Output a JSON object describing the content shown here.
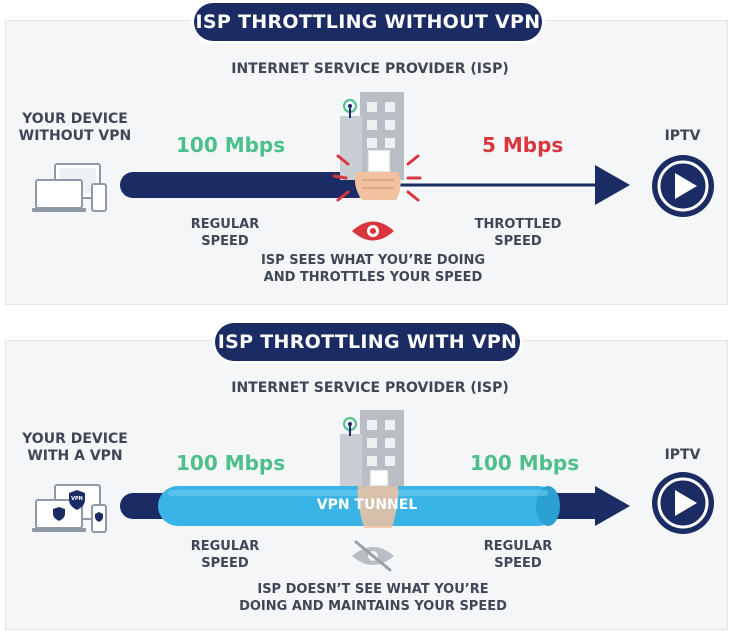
{
  "section1": {
    "title": "ISP THROTTLING WITHOUT VPN",
    "isp_label": "INTERNET SERVICE PROVIDER (ISP)",
    "device_label": "YOUR DEVICE\nWITHOUT VPN",
    "speed_left": "100 Mbps",
    "speed_right": "5 Mbps",
    "destination": "IPTV",
    "left_caption": "REGULAR\nSPEED",
    "right_caption": "THROTTLED\nSPEED",
    "isp_note": "ISP SEES WHAT YOU’RE DOING\nAND THROTTLES YOUR SPEED"
  },
  "section2": {
    "title": "ISP THROTTLING WITH VPN",
    "isp_label": "INTERNET SERVICE PROVIDER (ISP)",
    "device_label": "YOUR DEVICE\nWITH A VPN",
    "speed_left": "100 Mbps",
    "speed_right": "100 Mbps",
    "destination": "IPTV",
    "tunnel_label": "VPN TUNNEL",
    "left_caption": "REGULAR\nSPEED",
    "right_caption": "REGULAR\nSPEED",
    "isp_note": "ISP DOESN’T SEE WHAT YOU’RE\nDOING AND MAINTAINS YOUR SPEED"
  },
  "device_badge": "VPN",
  "colors": {
    "navy": "#1b2c64",
    "tunnel": "#3ab4e6",
    "green": "#4cbf8a",
    "red": "#d9363e",
    "building": "#b9bec5"
  }
}
